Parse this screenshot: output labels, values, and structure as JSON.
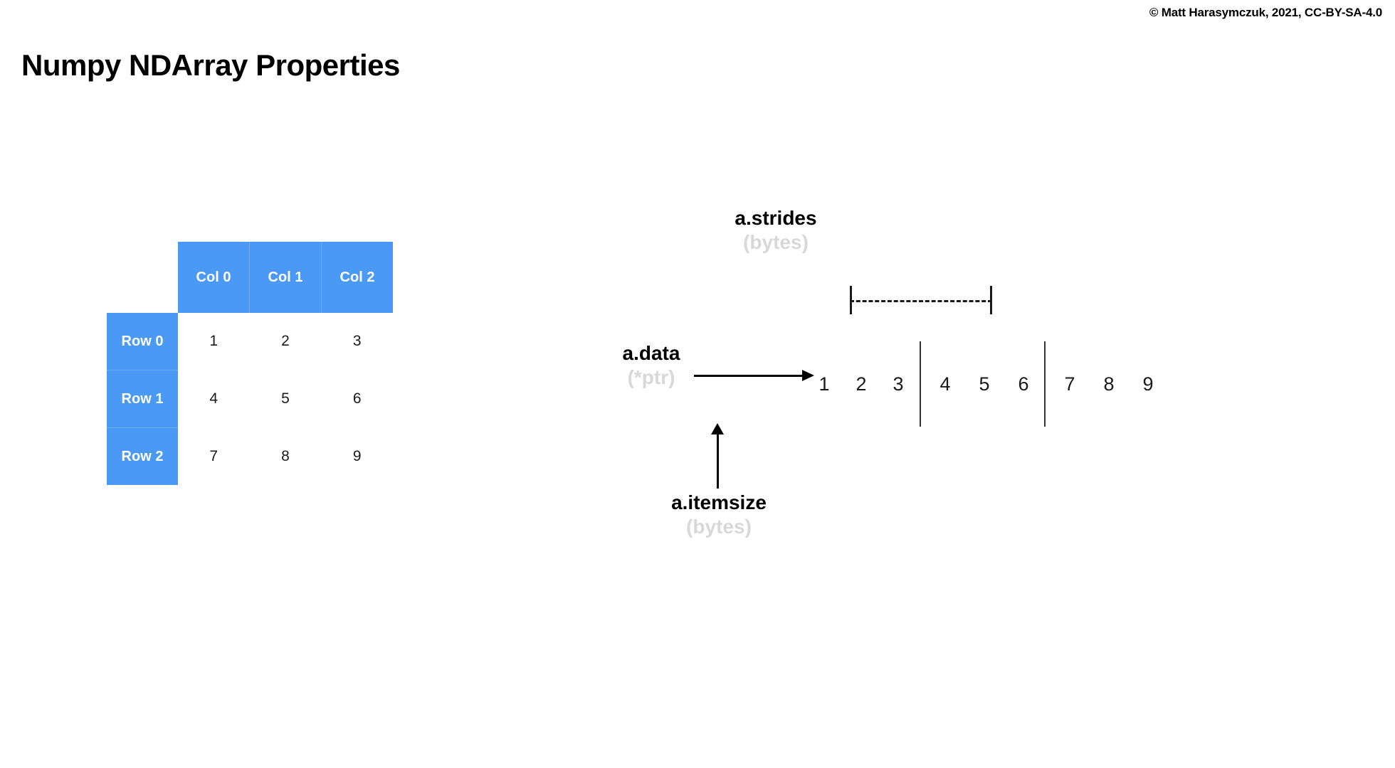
{
  "header": {
    "copyright": "© Matt Harasymczuk, 2021, CC-BY-SA-4.0",
    "title": "Numpy NDArray Properties"
  },
  "colors": {
    "accent_blue": "#4a9af5",
    "accent_blue_divider": "#6aaef7",
    "text_black": "#000000",
    "text_gray": "#d8d8d8",
    "background": "#ffffff"
  },
  "table": {
    "corner_label": "",
    "column_headers": [
      "Col 0",
      "Col 1",
      "Col 2"
    ],
    "row_headers": [
      "Row 0",
      "Row 1",
      "Row 2"
    ],
    "cells": [
      [
        "1",
        "2",
        "3"
      ],
      [
        "4",
        "5",
        "6"
      ],
      [
        "7",
        "8",
        "9"
      ]
    ]
  },
  "diagram": {
    "strides": {
      "name": "a.strides",
      "unit": "(bytes)"
    },
    "data": {
      "name": "a.data",
      "unit": "(*ptr)"
    },
    "itemsize": {
      "name": "a.itemsize",
      "unit": "(bytes)"
    },
    "buffer": {
      "values": [
        "1",
        "2",
        "3",
        "4",
        "5",
        "6",
        "7",
        "8",
        "9"
      ],
      "group_size": 3,
      "itemsize_points_at_index": 1
    }
  },
  "chart_data": {
    "type": "table",
    "title": "Numpy NDArray Properties",
    "categories": [
      "Col 0",
      "Col 1",
      "Col 2"
    ],
    "rows": [
      "Row 0",
      "Row 1",
      "Row 2"
    ],
    "values": [
      [
        1,
        2,
        3
      ],
      [
        4,
        5,
        6
      ],
      [
        7,
        8,
        9
      ]
    ],
    "flat_buffer": [
      1,
      2,
      3,
      4,
      5,
      6,
      7,
      8,
      9
    ],
    "annotations": [
      "a.strides (bytes)",
      "a.data (*ptr)",
      "a.itemsize (bytes)"
    ],
    "xlabel": "",
    "ylabel": ""
  }
}
